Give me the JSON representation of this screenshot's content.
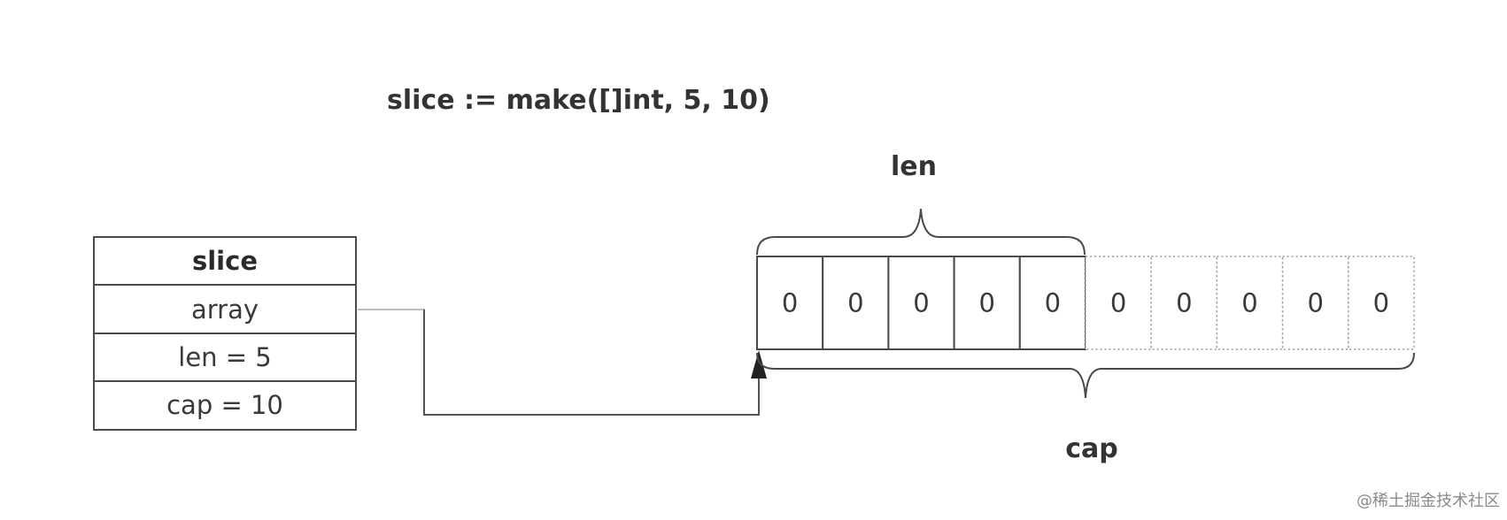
{
  "title": "slice := make([]int, 5, 10)",
  "slice_struct": {
    "header": "slice",
    "fields": [
      "array",
      "len = 5",
      "cap = 10"
    ]
  },
  "array": {
    "len_label": "len",
    "cap_label": "cap",
    "len": 5,
    "cap": 10,
    "values": [
      "0",
      "0",
      "0",
      "0",
      "0",
      "0",
      "0",
      "0",
      "0",
      "0"
    ]
  },
  "watermark": "@稀土掘金技术社区",
  "colors": {
    "stroke": "#4a4a4a",
    "pointer_line": "#bdbdbd",
    "arrowhead": "#222222"
  }
}
